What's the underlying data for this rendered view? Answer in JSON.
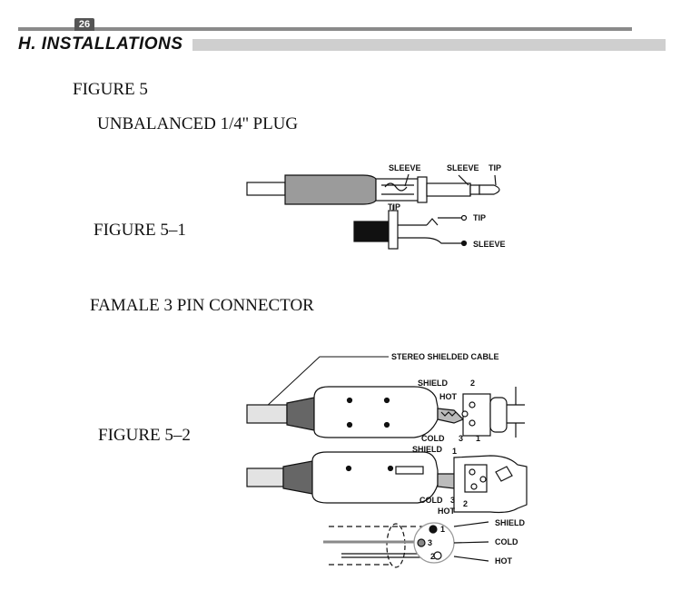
{
  "header": {
    "page_number": "26",
    "section_title": "H.  INSTALLATIONS"
  },
  "figure5": {
    "title": "FIGURE  5",
    "subtitle": "UNBALANCED 1/4'' PLUG"
  },
  "figure5_1": {
    "caption": "FIGURE 5–1",
    "labels": {
      "sleeve_a": "SLEEVE",
      "sleeve_b": "SLEEVE",
      "tip_a": "TIP",
      "tip_b": "TIP",
      "tip_c": "TIP",
      "sleeve_c": "SLEEVE"
    }
  },
  "section_famale": {
    "title": "FAMALE 3 PIN CONNECTOR"
  },
  "figure5_2": {
    "caption": "FIGURE 5–2",
    "labels": {
      "stereo_cable": "STEREO SHIELDED CABLE",
      "shield_a": "SHIELD",
      "hot_a": "HOT",
      "pin2_a": "2",
      "cold_a": "COLD",
      "pin3_a": "3",
      "pin1_a": "1",
      "shield_b": "SHIELD",
      "pin1_b": "1",
      "cold_b": "COLD",
      "pin3_b": "3",
      "pin2_b": "2",
      "hot_b": "HOT",
      "pin1_c": "1",
      "pin3_c": "3",
      "pin2_c": "2",
      "shield_c": "SHIELD",
      "cold_c": "COLD",
      "hot_c": "HOT"
    }
  }
}
